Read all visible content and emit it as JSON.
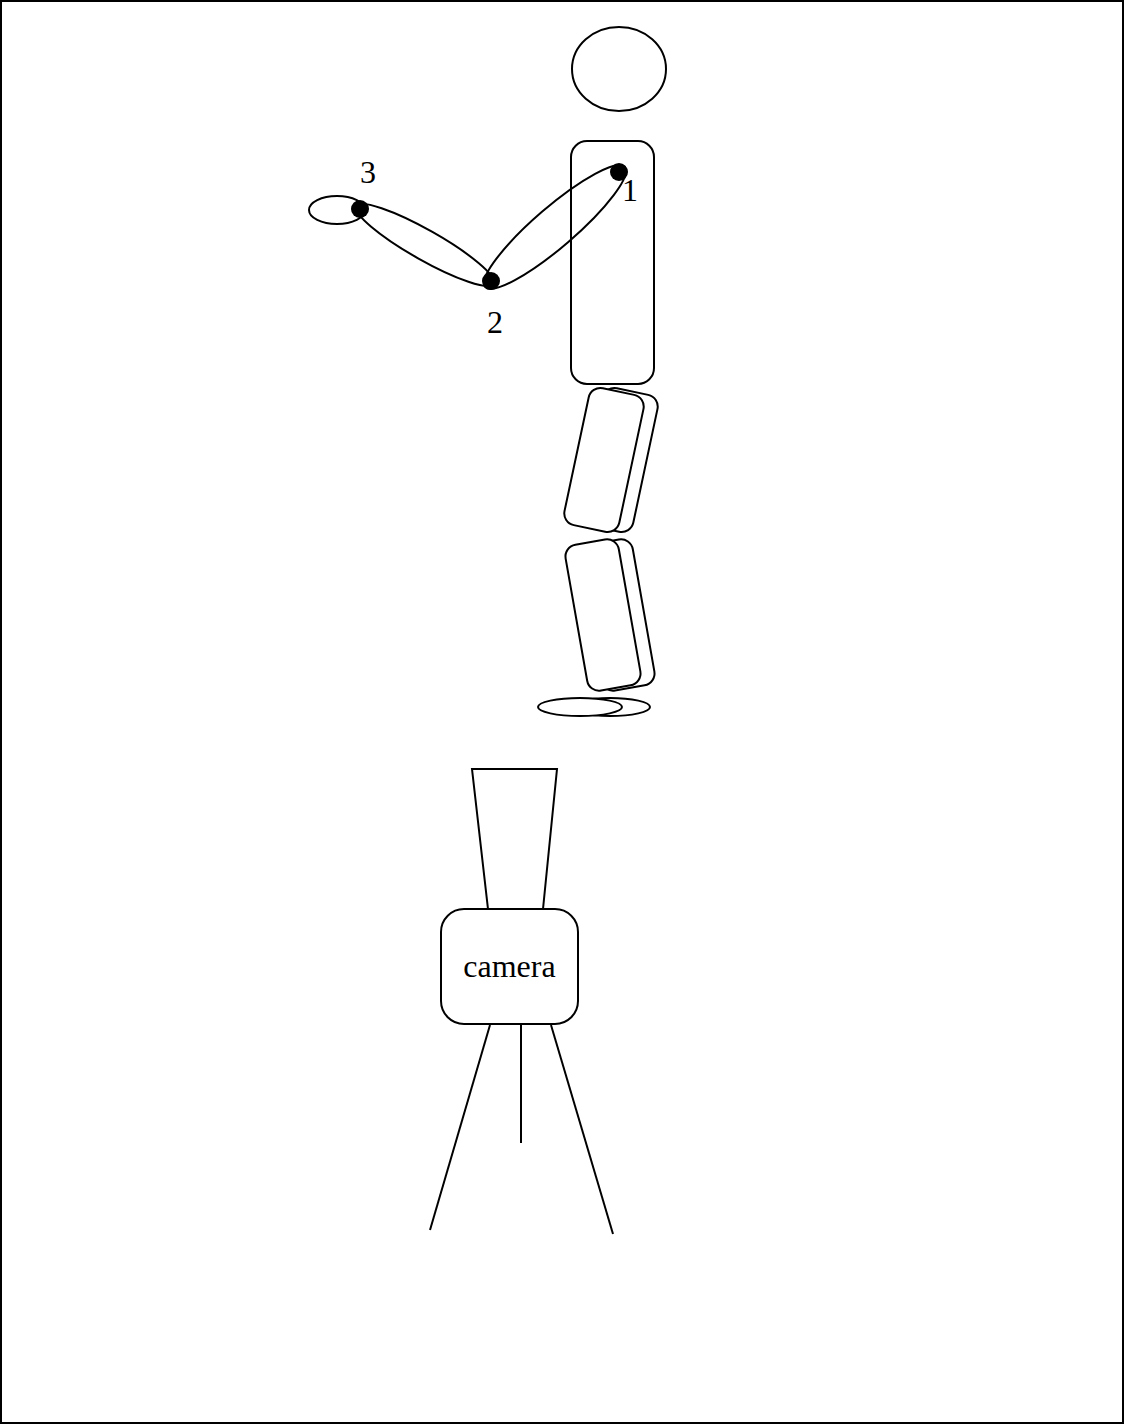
{
  "diagram": {
    "nodes": [
      {
        "text": [
          "camera"
        ]
      }
    ],
    "labels": [
      "3",
      "1",
      "2"
    ]
  }
}
